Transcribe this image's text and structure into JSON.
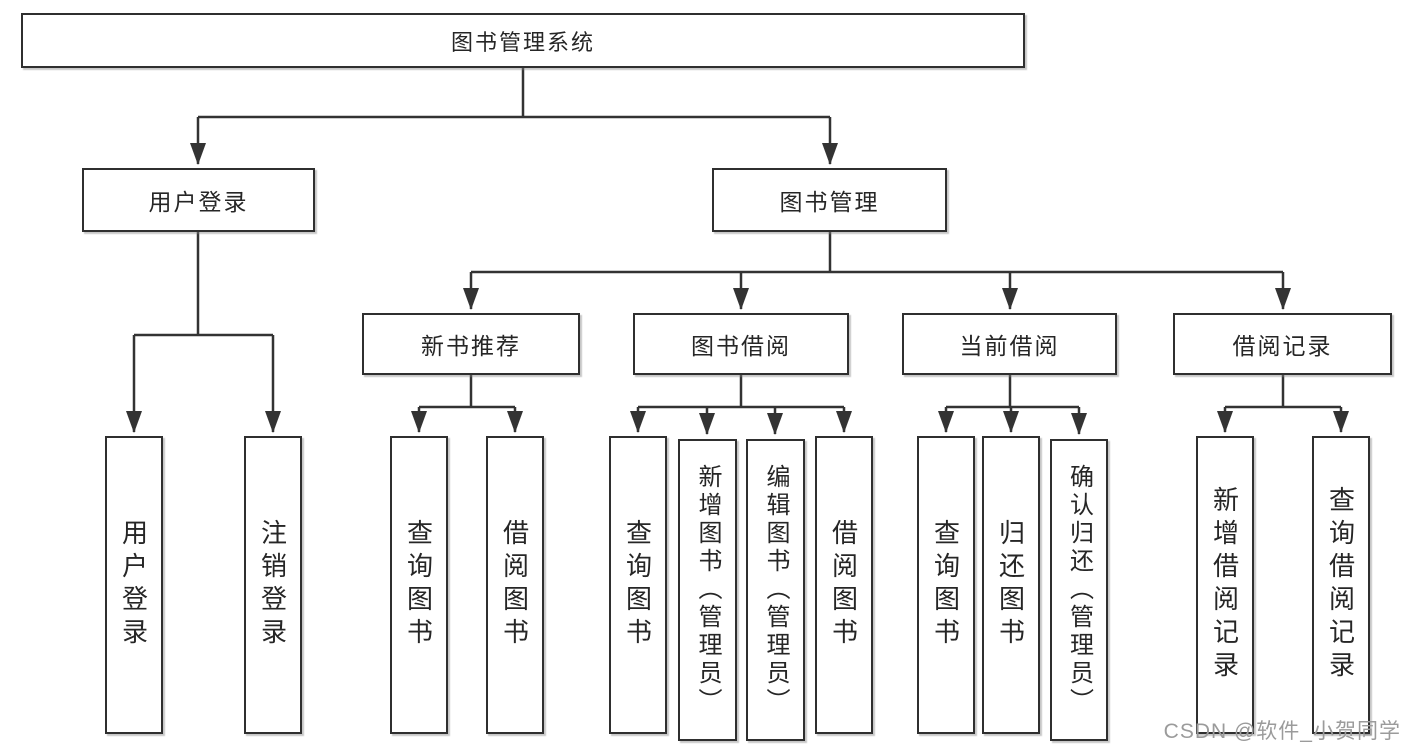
{
  "tree": {
    "root": {
      "label": "图书管理系统",
      "children": [
        {
          "label": "用户登录",
          "children": [
            {
              "label": "用户登录"
            },
            {
              "label": "注销登录"
            }
          ]
        },
        {
          "label": "图书管理",
          "children": [
            {
              "label": "新书推荐",
              "children": [
                {
                  "label": "查询图书"
                },
                {
                  "label": "借阅图书"
                }
              ]
            },
            {
              "label": "图书借阅",
              "children": [
                {
                  "label": "查询图书"
                },
                {
                  "label": "新增图书（管理员）"
                },
                {
                  "label": "编辑图书（管理员）"
                },
                {
                  "label": "借阅图书"
                }
              ]
            },
            {
              "label": "当前借阅",
              "children": [
                {
                  "label": "查询图书"
                },
                {
                  "label": "归还图书"
                },
                {
                  "label": "确认归还（管理员）"
                }
              ]
            },
            {
              "label": "借阅记录",
              "children": [
                {
                  "label": "新增借阅记录"
                },
                {
                  "label": "查询借阅记录"
                }
              ]
            }
          ]
        }
      ]
    }
  },
  "colors": {
    "line": "#333333",
    "box_border": "#2f2f2f",
    "box_fill": "#ffffff",
    "text": "#262626",
    "watermark": "#9b9b9b"
  },
  "watermark": {
    "text": "CSDN @软件_小贺同学"
  }
}
